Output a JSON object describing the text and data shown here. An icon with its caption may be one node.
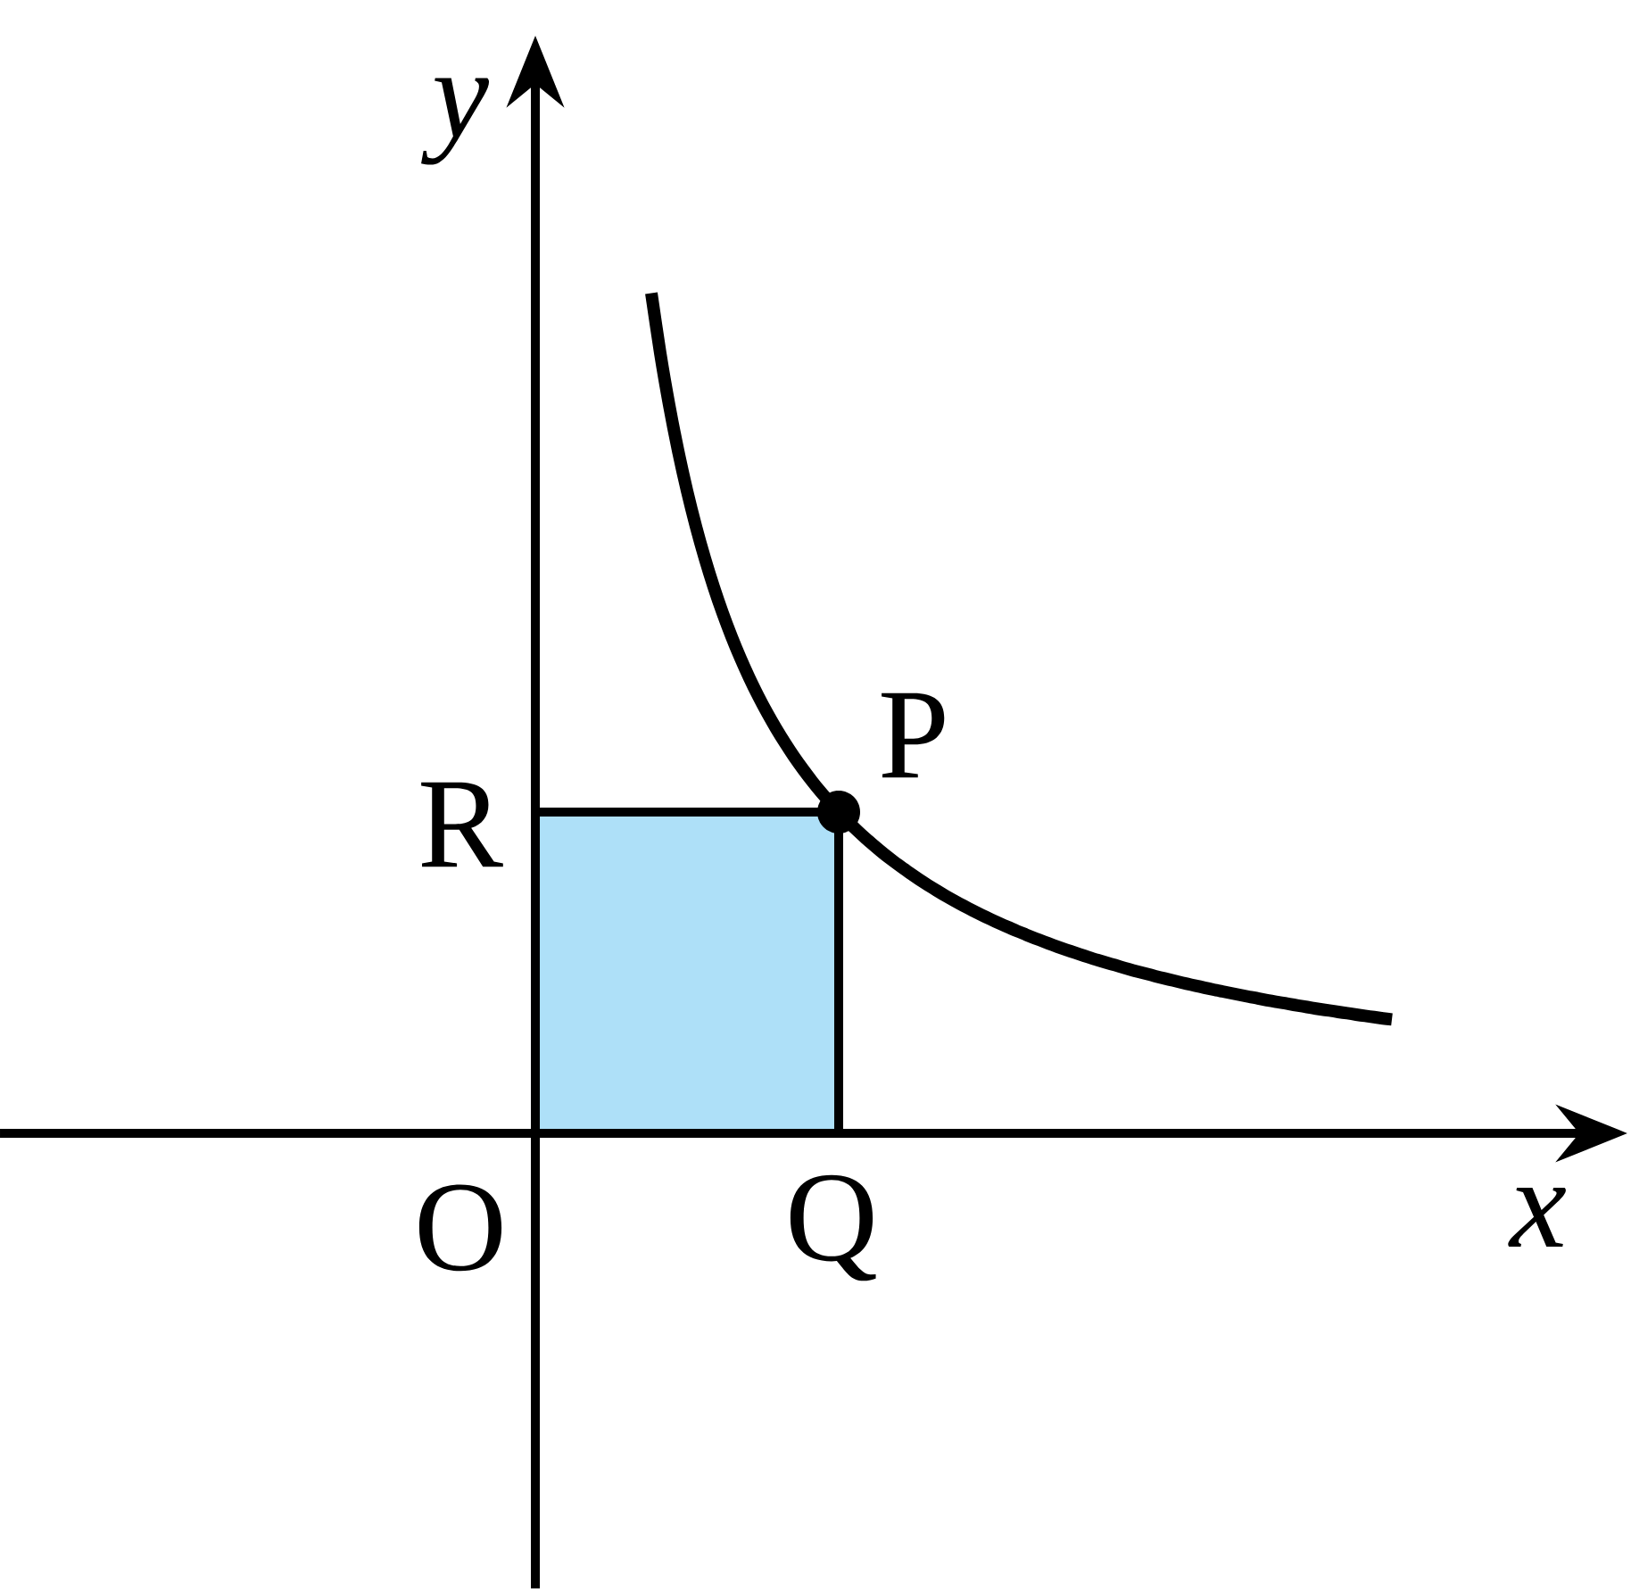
{
  "diagram": {
    "labels": [
      "y",
      "R",
      "P",
      "O",
      "Q",
      "x"
    ]
  }
}
